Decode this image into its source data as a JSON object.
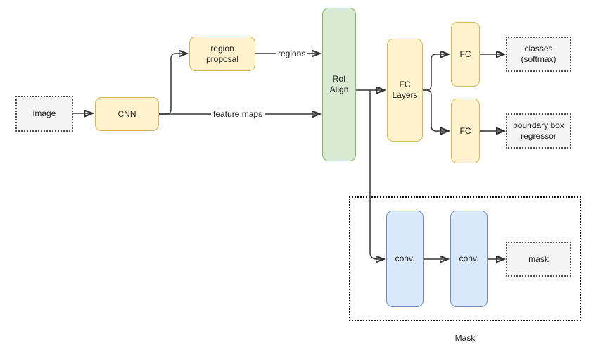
{
  "diagram": {
    "title_label": "Mask",
    "nodes": {
      "image": "image",
      "cnn": "CNN",
      "region_proposal": "region\nproposal",
      "roi_align": "RoI\nAlign",
      "fc_layers": "FC\nLayers",
      "fc_top": "FC",
      "fc_bottom": "FC",
      "classes": "classes\n(softmax)",
      "bbox_regressor": "boundary box\nregressor",
      "conv_1": "conv.",
      "conv_2": "conv.",
      "mask": "mask"
    },
    "edge_labels": {
      "regions": "regions",
      "feature_maps": "feature maps"
    },
    "colors": {
      "yellow_fill": "#fff2cc",
      "yellow_stroke": "#d6b656",
      "green_fill": "#d9ead3",
      "green_stroke": "#82b366",
      "blue_fill": "#dae8fc",
      "blue_stroke": "#6c8ebf",
      "terminal_fill": "#f4f4f4",
      "terminal_stroke": "#4d4d4d",
      "edge_stroke": "#333333",
      "background": "#ffffff"
    }
  }
}
